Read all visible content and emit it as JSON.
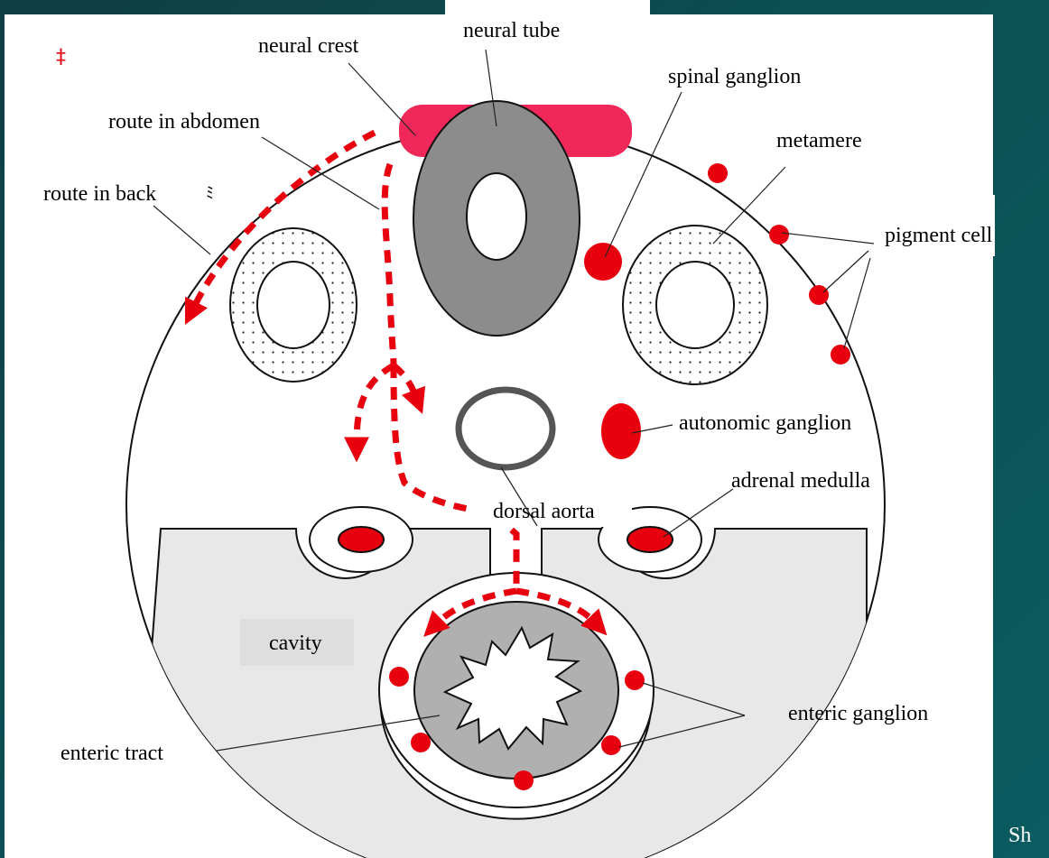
{
  "marker": "‡",
  "stray_mark": "ﾐ",
  "corner_text": "Sh",
  "colors": {
    "background": "#0c4f54",
    "neural_crest": "#f0285a",
    "cells": "#e8000e",
    "neural_tube": "#8c8c8c",
    "gut": "#b0b0b0",
    "mesoderm": "#e8e8e8",
    "cavity_label_bg": "#dedede"
  },
  "labels": {
    "neural_tube": "neural tube",
    "neural_crest": "neural crest",
    "spinal_ganglion": "spinal ganglion",
    "route_abdomen": "route in abdomen",
    "metamere": "metamere",
    "route_back": "route in back",
    "pigment_cell": "pigment cell",
    "autonomic_ganglion": "autonomic  ganglion",
    "adrenal_medulla": "adrenal medulla",
    "dorsal_aorta": "dorsal aorta",
    "cavity": "cavity",
    "enteric_tract": "enteric tract",
    "enteric_ganglion": "enteric ganglion"
  }
}
